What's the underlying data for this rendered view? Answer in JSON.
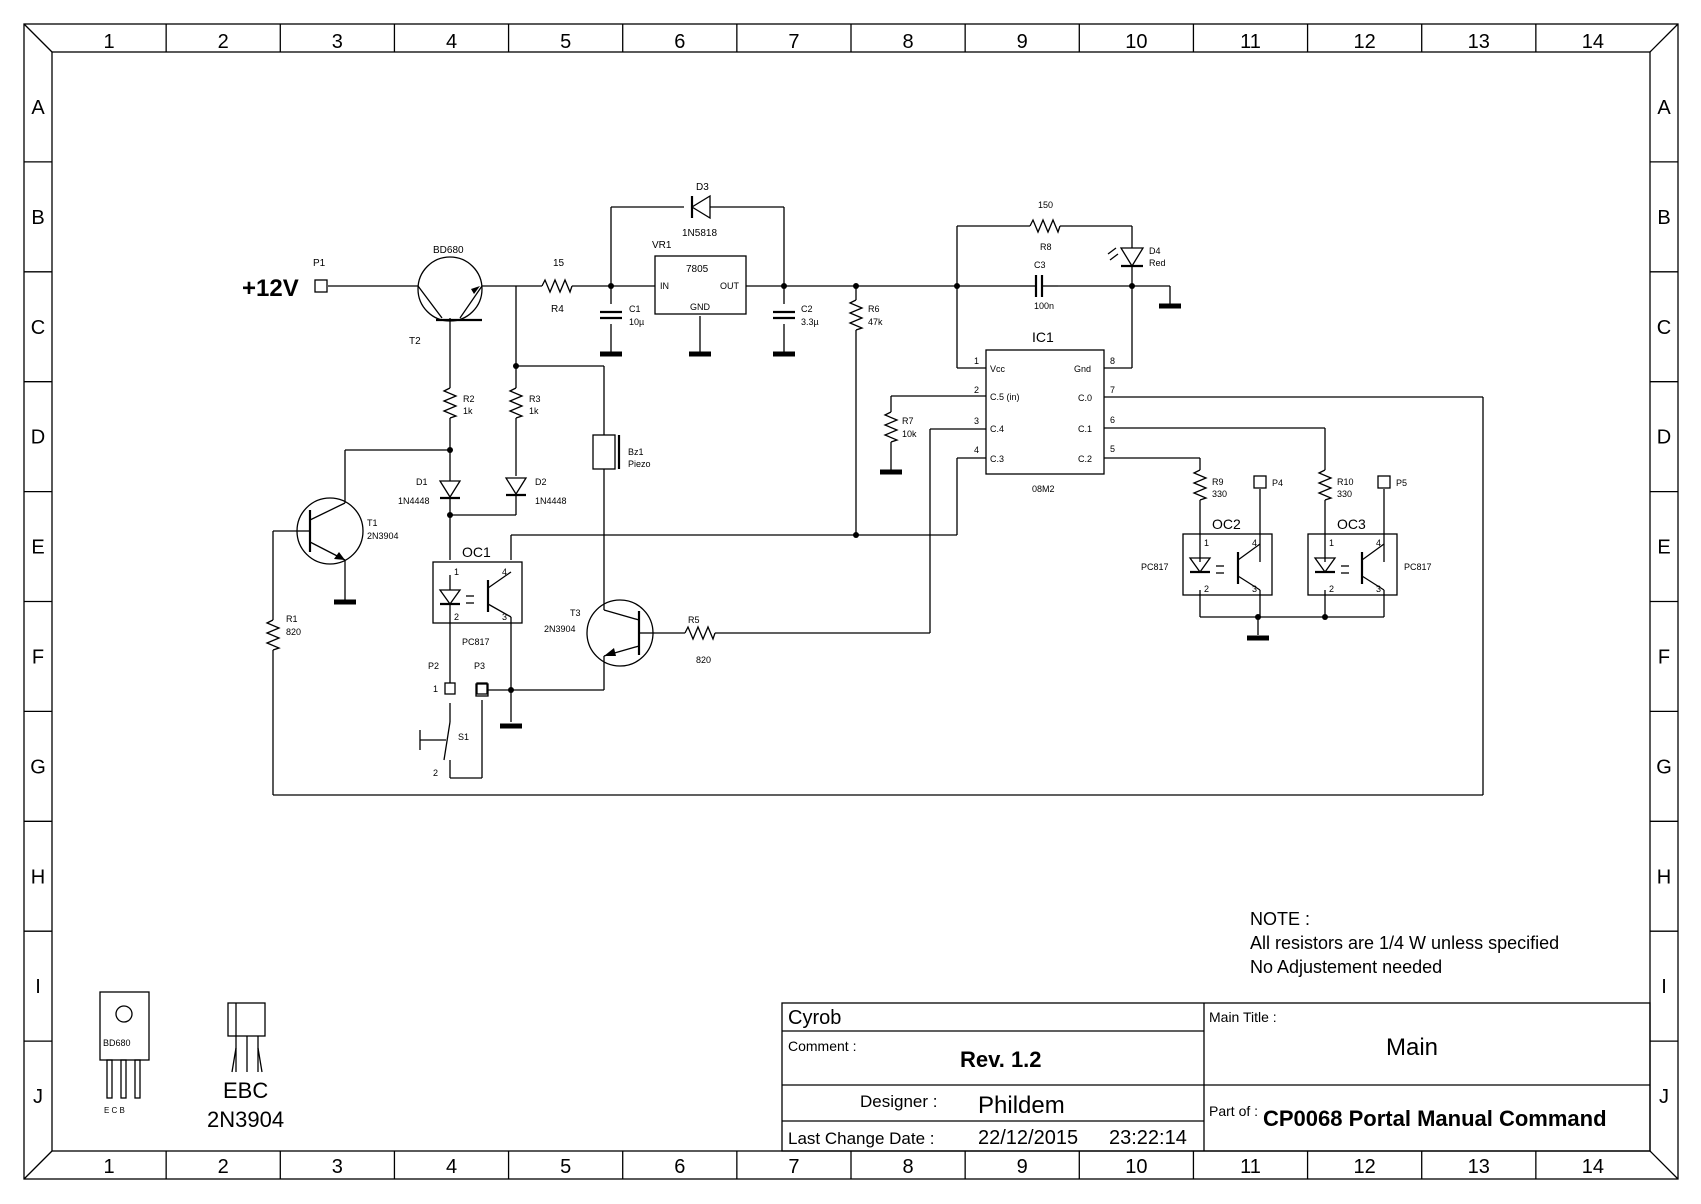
{
  "frame": {
    "columns": [
      "1",
      "2",
      "3",
      "4",
      "5",
      "6",
      "7",
      "8",
      "9",
      "10",
      "11",
      "12",
      "13",
      "14"
    ],
    "rows": [
      "A",
      "B",
      "C",
      "D",
      "E",
      "F",
      "G",
      "H",
      "I",
      "J"
    ]
  },
  "power": {
    "label": "+12V",
    "connector": "P1"
  },
  "components": {
    "T2": {
      "ref": "T2",
      "value": "BD680"
    },
    "R4": {
      "ref": "R4",
      "value": "15"
    },
    "VR1": {
      "ref": "VR1",
      "value": "7805",
      "pin_in": "IN",
      "pin_out": "OUT",
      "pin_gnd": "GND"
    },
    "D3": {
      "ref": "D3",
      "value": "1N5818"
    },
    "C1": {
      "ref": "C1",
      "value": "10µ"
    },
    "C2": {
      "ref": "C2",
      "value": "3.3µ"
    },
    "R6": {
      "ref": "R6",
      "value": "47k"
    },
    "R8": {
      "ref": "R8",
      "value": "150"
    },
    "D4": {
      "ref": "D4",
      "value": "Red"
    },
    "C3": {
      "ref": "C3",
      "value": "100n"
    },
    "IC1": {
      "ref": "IC1",
      "value": "08M2",
      "pins": {
        "vcc": "Vcc",
        "gnd": "Gnd",
        "c5": "C.5 (in)",
        "c4": "C.4",
        "c3": "C.3",
        "c0": "C.0",
        "c1": "C.1",
        "c2": "C.2"
      },
      "pin_numbers": [
        "1",
        "2",
        "3",
        "4",
        "5",
        "6",
        "7",
        "8"
      ]
    },
    "R2": {
      "ref": "R2",
      "value": "1k"
    },
    "R3": {
      "ref": "R3",
      "value": "1k"
    },
    "D1": {
      "ref": "D1",
      "value": "1N4448"
    },
    "D2": {
      "ref": "D2",
      "value": "1N4448"
    },
    "T1": {
      "ref": "T1",
      "value": "2N3904"
    },
    "R1": {
      "ref": "R1",
      "value": "820"
    },
    "OC1": {
      "ref": "OC1",
      "value": "PC817"
    },
    "Bz1": {
      "ref": "Bz1",
      "value": "Piezo"
    },
    "T3": {
      "ref": "T3",
      "value": "2N3904"
    },
    "R5": {
      "ref": "R5",
      "value": "820"
    },
    "P2": {
      "ref": "P2"
    },
    "P3": {
      "ref": "P3"
    },
    "S1": {
      "ref": "S1",
      "pin1": "1",
      "pin2": "2"
    },
    "R7": {
      "ref": "R7",
      "value": "10k"
    },
    "R9": {
      "ref": "R9",
      "value": "330"
    },
    "P4": {
      "ref": "P4"
    },
    "R10": {
      "ref": "R10",
      "value": "330"
    },
    "P5": {
      "ref": "P5"
    },
    "OC2": {
      "ref": "OC2",
      "value": "PC817"
    },
    "OC3": {
      "ref": "OC3",
      "value": "PC817"
    },
    "opto_pins": [
      "1",
      "2",
      "3",
      "4"
    ]
  },
  "note": {
    "title": "NOTE :",
    "line1": "All resistors are 1/4 W unless specified",
    "line2": "No Adjustement needed"
  },
  "packages": {
    "bd680": {
      "name": "BD680",
      "pins": "E  C  B"
    },
    "to92": {
      "pins": "EBC",
      "name": "2N3904"
    }
  },
  "title_block": {
    "company": "Cyrob",
    "comment_label": "Comment :",
    "comment": "Rev. 1.2",
    "designer_label": "Designer :",
    "designer": "Phildem",
    "date_label": "Last Change Date :",
    "date": "22/12/2015",
    "time": "23:22:14",
    "main_title_label": "Main Title :",
    "main_title": "Main",
    "part_of_label": "Part of :",
    "part_of": "CP0068 Portal Manual Command"
  }
}
